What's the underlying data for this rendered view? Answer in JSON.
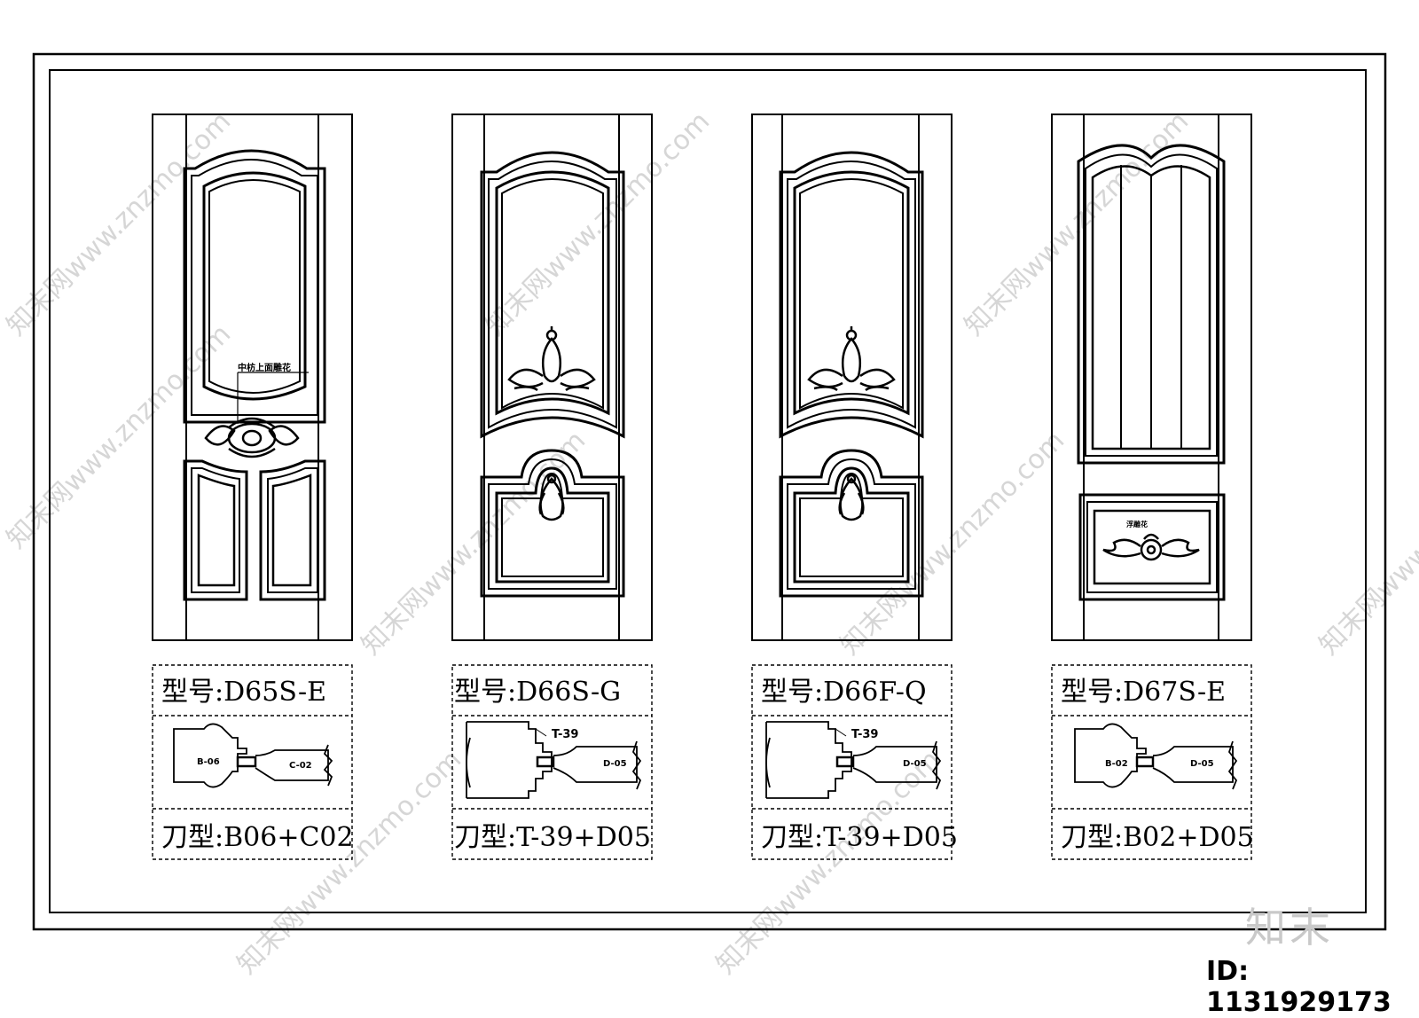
{
  "doors": [
    {
      "model": "型号:D65S-E",
      "cutter": "刀型:B06+C02",
      "profile_left": "B-06",
      "profile_right": "C-02",
      "note": "中枋上面雕花"
    },
    {
      "model": "型号:D66S-G",
      "cutter": "刀型:T-39+D05",
      "profile_top": "T-39",
      "profile_right": "D-05"
    },
    {
      "model": "型号:D66F-Q",
      "cutter": "刀型:T-39+D05",
      "profile_top": "T-39",
      "profile_right": "D-05"
    },
    {
      "model": "型号:D67S-E",
      "cutter": "刀型:B02+D05",
      "profile_left": "B-02",
      "profile_right": "D-05",
      "note": "浮雕花"
    }
  ],
  "watermark": "知末网www.znzmo.com",
  "brand": "知末",
  "id_label": "ID: 1131929173"
}
